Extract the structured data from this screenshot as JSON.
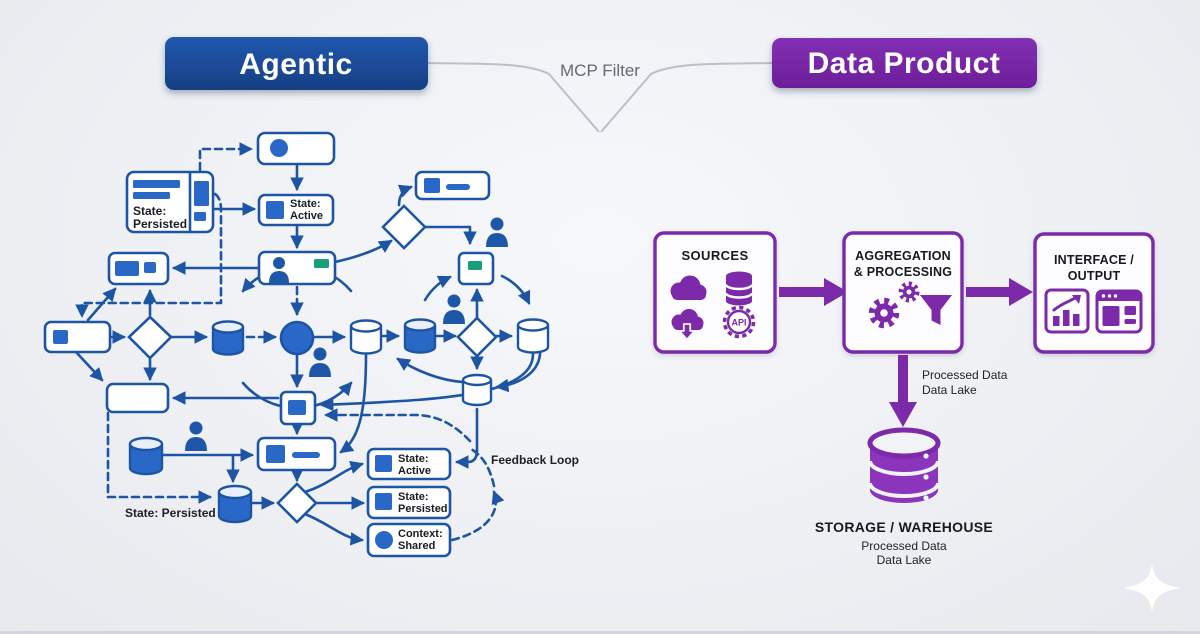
{
  "header": {
    "agentic_title": "Agentic",
    "mcp_filter_label": "MCP Filter",
    "data_product_title": "Data Product"
  },
  "colors": {
    "agentic_blue_header": "#1d4f9c",
    "flow_blue_stroke": "#1d55a4",
    "flow_blue_fill": "#2a68c8",
    "teal_accent": "#179e7a",
    "product_purple": "#7c2aa9",
    "divider_gray": "#b9c0ca",
    "text_dark": "#17191e",
    "muted_gray": "#626b77"
  },
  "agentic_flow": {
    "icons": [
      "rounded-node-icon",
      "person-icon",
      "database-cylinder-icon",
      "decision-diamond-icon",
      "hub-circle-icon"
    ],
    "card_state": {
      "line1": "State:",
      "line2": "Persisted"
    },
    "active_state_box": {
      "line1": "State:",
      "line2": "Active"
    },
    "legend": {
      "active": {
        "line1": "State:",
        "line2": "Active"
      },
      "persisted": {
        "line1": "State:",
        "line2": "Persisted"
      },
      "shared": {
        "line1": "Context:",
        "line2": "Shared"
      }
    },
    "persisted_label": "State: Persisted",
    "feedback_label": "Feedback Loop"
  },
  "product_flow": {
    "sources": {
      "title": "SOURCES",
      "api_badge": "API",
      "icons": [
        "cloud-icon",
        "database-icon",
        "cloud-download-icon",
        "api-badge-icon"
      ]
    },
    "aggregation": {
      "title_line1": "AGGREGATION",
      "title_line2": "& PROCESSING",
      "icons": [
        "gears-icon",
        "funnel-icon"
      ]
    },
    "interface": {
      "title_line1": "INTERFACE /",
      "title_line2": "OUTPUT",
      "icons": [
        "chart-icon",
        "browser-window-icon"
      ]
    },
    "flow_label": {
      "line1": "Processed Data",
      "line2": "Data Lake"
    },
    "storage": {
      "title": "STORAGE / WAREHOUSE",
      "line1": "Processed Data",
      "line2": "Data Lake",
      "icon": "database-cylinder-icon"
    },
    "sparkle": "sparkle-icon"
  }
}
